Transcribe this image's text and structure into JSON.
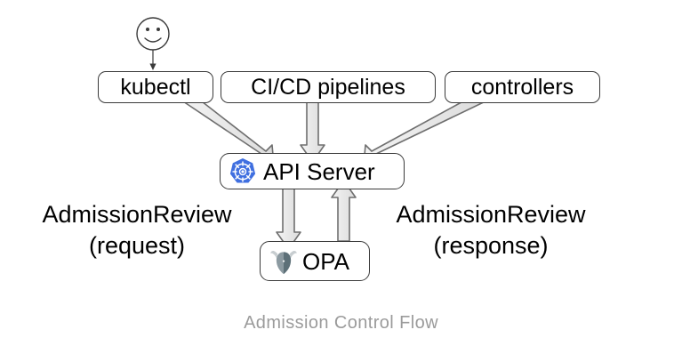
{
  "diagram": {
    "title": "Admission Control Flow",
    "background_color": "#ffffff",
    "nodes": [
      {
        "id": "kubectl",
        "label": "kubectl",
        "icon": null,
        "shape": "rounded-rect"
      },
      {
        "id": "cicd",
        "label": "CI/CD pipelines",
        "icon": null,
        "shape": "rounded-rect"
      },
      {
        "id": "controllers",
        "label": "controllers",
        "icon": null,
        "shape": "rounded-rect"
      },
      {
        "id": "apiserver",
        "label": "API Server",
        "icon": "kubernetes-icon",
        "shape": "rounded-rect"
      },
      {
        "id": "opa",
        "label": "OPA",
        "icon": "opa-icon",
        "shape": "rounded-rect"
      }
    ],
    "actor": {
      "name": "user-stick-figure",
      "icon": "smiley-face-icon"
    },
    "edge_labels": {
      "request_line1": "AdmissionReview",
      "request_line2": "(request)",
      "response_line1": "AdmissionReview",
      "response_line2": "(response)"
    },
    "edges": [
      {
        "from": "user",
        "to": "kubectl",
        "style": "thin-line-arrow"
      },
      {
        "from": "kubectl",
        "to": "apiserver",
        "style": "block-arrow"
      },
      {
        "from": "cicd",
        "to": "apiserver",
        "style": "block-arrow"
      },
      {
        "from": "controllers",
        "to": "apiserver",
        "style": "block-arrow"
      },
      {
        "from": "apiserver",
        "to": "opa",
        "style": "block-arrow",
        "label": "AdmissionReview (request)"
      },
      {
        "from": "opa",
        "to": "apiserver",
        "style": "block-arrow",
        "label": "AdmissionReview (response)"
      }
    ],
    "colors": {
      "node_border": "#3a3a3a",
      "node_fill": "#ffffff",
      "text": "#000000",
      "caption_text": "#9b9b9b",
      "arrow_fill": "#e8e8e8",
      "arrow_stroke": "#6b6b6b",
      "kubernetes_blue": "#3f6fe0",
      "opa_body": "#5d7078",
      "opa_horns": "#c7cdd0"
    }
  }
}
